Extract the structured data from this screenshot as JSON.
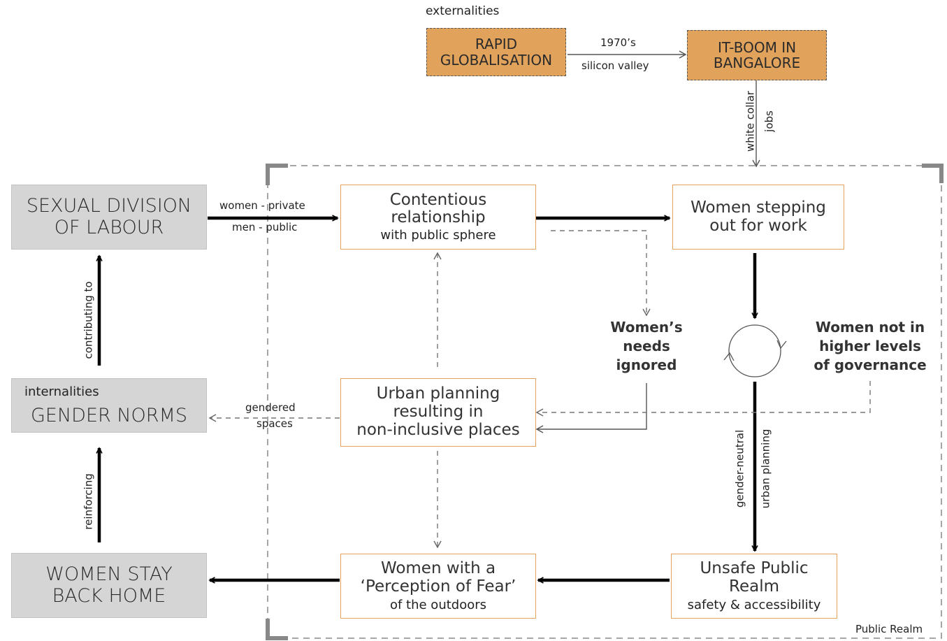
{
  "externalities": {
    "label": "externalities",
    "rapid_globalisation": [
      "RAPID",
      "GLOBALISATION"
    ],
    "it_boom": [
      "IT-BOOM IN",
      "BANGALORE"
    ],
    "edge_top": "1970’s",
    "edge_bottom": "silicon valley",
    "edge_down_line1": "white collar",
    "edge_down_line2": "jobs"
  },
  "left_column": {
    "sexual_division": [
      "SEXUAL DIVISION",
      "OF LABOUR"
    ],
    "internalities_label": "internalities",
    "gender_norms": "GENDER NORMS",
    "women_stay_home": [
      "WOMEN STAY",
      "BACK HOME"
    ],
    "contributing_to": "contributing to",
    "reinforcing": "reinforcing"
  },
  "public_realm": {
    "corner_label": "Public Realm",
    "contentious": {
      "lines": [
        "Contentious",
        "relationship"
      ],
      "sub": "with public sphere"
    },
    "stepping_out": {
      "lines": [
        "Women stepping",
        "out for work"
      ]
    },
    "urban_planning": {
      "lines": [
        "Urban planning",
        "resulting in",
        "non-inclusive places"
      ]
    },
    "unsafe": {
      "lines": [
        "Unsafe Public",
        "Realm"
      ],
      "sub": "safety & accessibility"
    },
    "perception": {
      "lines": [
        "Women with a",
        "‘Perception of Fear’"
      ],
      "sub": "of the outdoors"
    },
    "needs_ignored": [
      "Women’s",
      "needs",
      "ignored"
    ],
    "not_in_governance": [
      "Women not in",
      "higher levels",
      "of governance"
    ]
  },
  "edge_labels": {
    "women_private": "women - private",
    "men_public": "men - public",
    "gendered": "gendered",
    "spaces": "spaces",
    "gender_neutral": "gender-neutral",
    "urban_planning": "urban planning"
  },
  "colors": {
    "orange": "#e1a35c",
    "grey_box": "#d5d5d5",
    "arrow": "#000000",
    "dashed": "#777777"
  }
}
